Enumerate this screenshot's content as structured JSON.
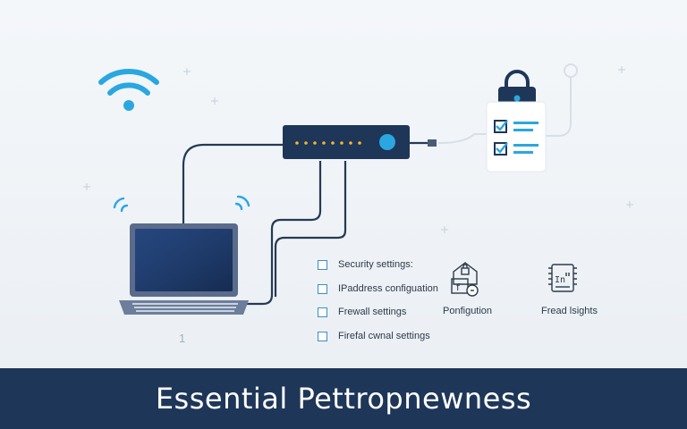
{
  "colors": {
    "accent": "#2aa7e1",
    "dark": "#1e3658",
    "line": "#243a55",
    "bg": "#f1f4f7"
  },
  "checklist": [
    {
      "label": "Security settings:"
    },
    {
      "label": "IPaddress configuation"
    },
    {
      "label": "Frewall settings"
    },
    {
      "label": "Firefal cwnal settings"
    }
  ],
  "icons": [
    {
      "name": "lock-config-icon",
      "label": "Ponfigution"
    },
    {
      "name": "insights-icon",
      "label": "Fread lsights"
    }
  ],
  "stray_mark": "1",
  "banner": {
    "title": "Essential Pettropnewness"
  }
}
